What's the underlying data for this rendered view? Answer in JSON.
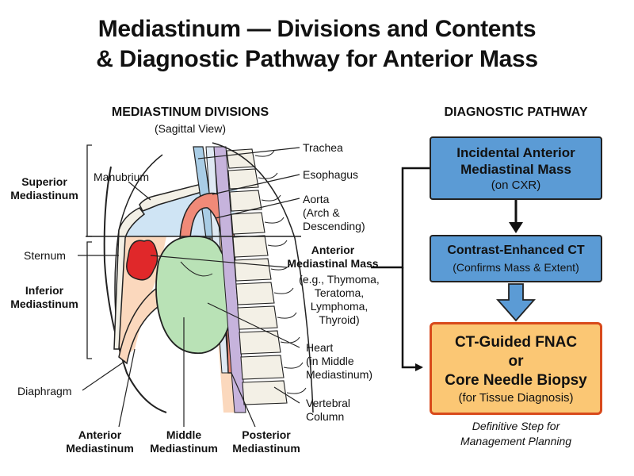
{
  "title": {
    "line1": "Mediastinum — Divisions and Contents",
    "line2": "& Diagnostic Pathway for Anterior Mass"
  },
  "left_panel": {
    "heading": "MEDIASTINUM DIVISIONS",
    "subheading": "(Sagittal View)",
    "labels": {
      "superior": [
        "Superior",
        "Mediastinum"
      ],
      "inferior": [
        "Inferior",
        "Mediastinum"
      ],
      "manubrium": "Manubrium",
      "sternum": "Sternum",
      "diaphragm": "Diaphragm",
      "anterior": [
        "Anterior",
        "Mediastinum"
      ],
      "middle": [
        "Middle",
        "Mediastinum"
      ],
      "posterior": [
        "Posterior",
        "Mediastinum"
      ],
      "trachea": "Trachea",
      "esophagus": "Esophagus",
      "aorta": [
        "Aorta",
        "(Arch &",
        "Descending)"
      ],
      "mass": [
        "Anterior",
        "Mediastinal Mass",
        "(e.g., Thymoma,",
        "Teratoma,",
        "Lymphoma,",
        "Thyroid)"
      ],
      "heart": [
        "Heart",
        "(in Middle",
        "Mediastinum)"
      ],
      "vertebral": [
        "Vertebral",
        "Column"
      ]
    }
  },
  "right_panel": {
    "heading": "DIAGNOSTIC PATHWAY",
    "steps": [
      {
        "title": "Incidental Anterior Mediastinal Mass",
        "title_lines": [
          "Incidental Anterior",
          "Mediastinal Mass"
        ],
        "detail": "(on CXR)"
      },
      {
        "title": "Contrast-Enhanced CT",
        "detail": "(Confirms Mass & Extent)"
      },
      {
        "title_lines": [
          "CT-Guided FNAC",
          "or",
          "Core Needle Biopsy"
        ],
        "detail": "(for Tissue Diagnosis)"
      }
    ],
    "note": [
      "Definitive Step for",
      "Management Planning"
    ]
  },
  "colors": {
    "box_blue": "#5b9bd5",
    "box_orange": "#fbc774",
    "box_orange_border": "#d84a1b",
    "superior_zone": "#cfe4f4",
    "anterior_zone": "#fbd8bd",
    "heart": "#b9e2b6",
    "aorta": "#f08a78",
    "mass": "#e0282a",
    "spine_band": "#c6b3dc"
  }
}
